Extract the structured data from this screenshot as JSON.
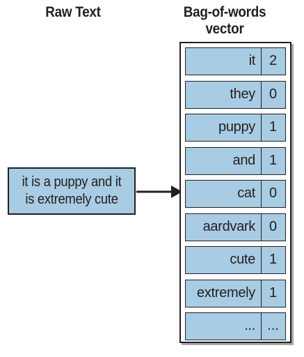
{
  "headings": {
    "raw_text": "Raw Text",
    "vector_line1": "Bag-of-words",
    "vector_line2": "vector"
  },
  "raw_text": {
    "line1": "it is a puppy and it",
    "line2": "is extremely cute"
  },
  "vector": [
    {
      "word": "it",
      "count": "2"
    },
    {
      "word": "they",
      "count": "0"
    },
    {
      "word": "puppy",
      "count": "1"
    },
    {
      "word": "and",
      "count": "1"
    },
    {
      "word": "cat",
      "count": "0"
    },
    {
      "word": "aardvark",
      "count": "0"
    },
    {
      "word": "cute",
      "count": "1"
    },
    {
      "word": "extremely",
      "count": "1"
    },
    {
      "word": "...",
      "count": "..."
    }
  ],
  "colors": {
    "box_fill": "#a8cce3",
    "stroke": "#231f20",
    "shadow": "#a7a9ac"
  }
}
